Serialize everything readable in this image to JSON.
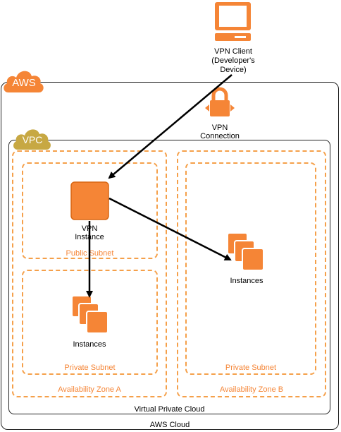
{
  "aws_cloud": {
    "badge": "AWS",
    "label": "AWS Cloud"
  },
  "vpc": {
    "badge": "VPC",
    "label": "Virtual Private Cloud"
  },
  "vpn_client": {
    "line1": "VPN Client",
    "line2": "(Developer's",
    "line3": "Device)"
  },
  "vpn_connection": {
    "line1": "VPN",
    "line2": "Connection"
  },
  "az_a": {
    "label": "Availability Zone A"
  },
  "az_b": {
    "label": "Availability Zone B"
  },
  "public_subnet": {
    "label": "Public Subnet"
  },
  "private_subnet_a": {
    "label": "Private Subnet"
  },
  "private_subnet_b": {
    "label": "Private Subnet"
  },
  "vpn_instance": {
    "line1": "VPN",
    "line2": "Instance"
  },
  "instances_a": {
    "label": "Instances"
  },
  "instances_b": {
    "label": "Instances"
  },
  "colors": {
    "orange": "#f58536",
    "orange_dark": "#d86613",
    "dashed": "#f5a04a",
    "line": "#000000"
  },
  "icons": [
    "laptop-icon",
    "padlock-icon",
    "aws-cloud-icon",
    "vpc-cloud-icon",
    "instance-icon",
    "instances-stack-icon"
  ]
}
